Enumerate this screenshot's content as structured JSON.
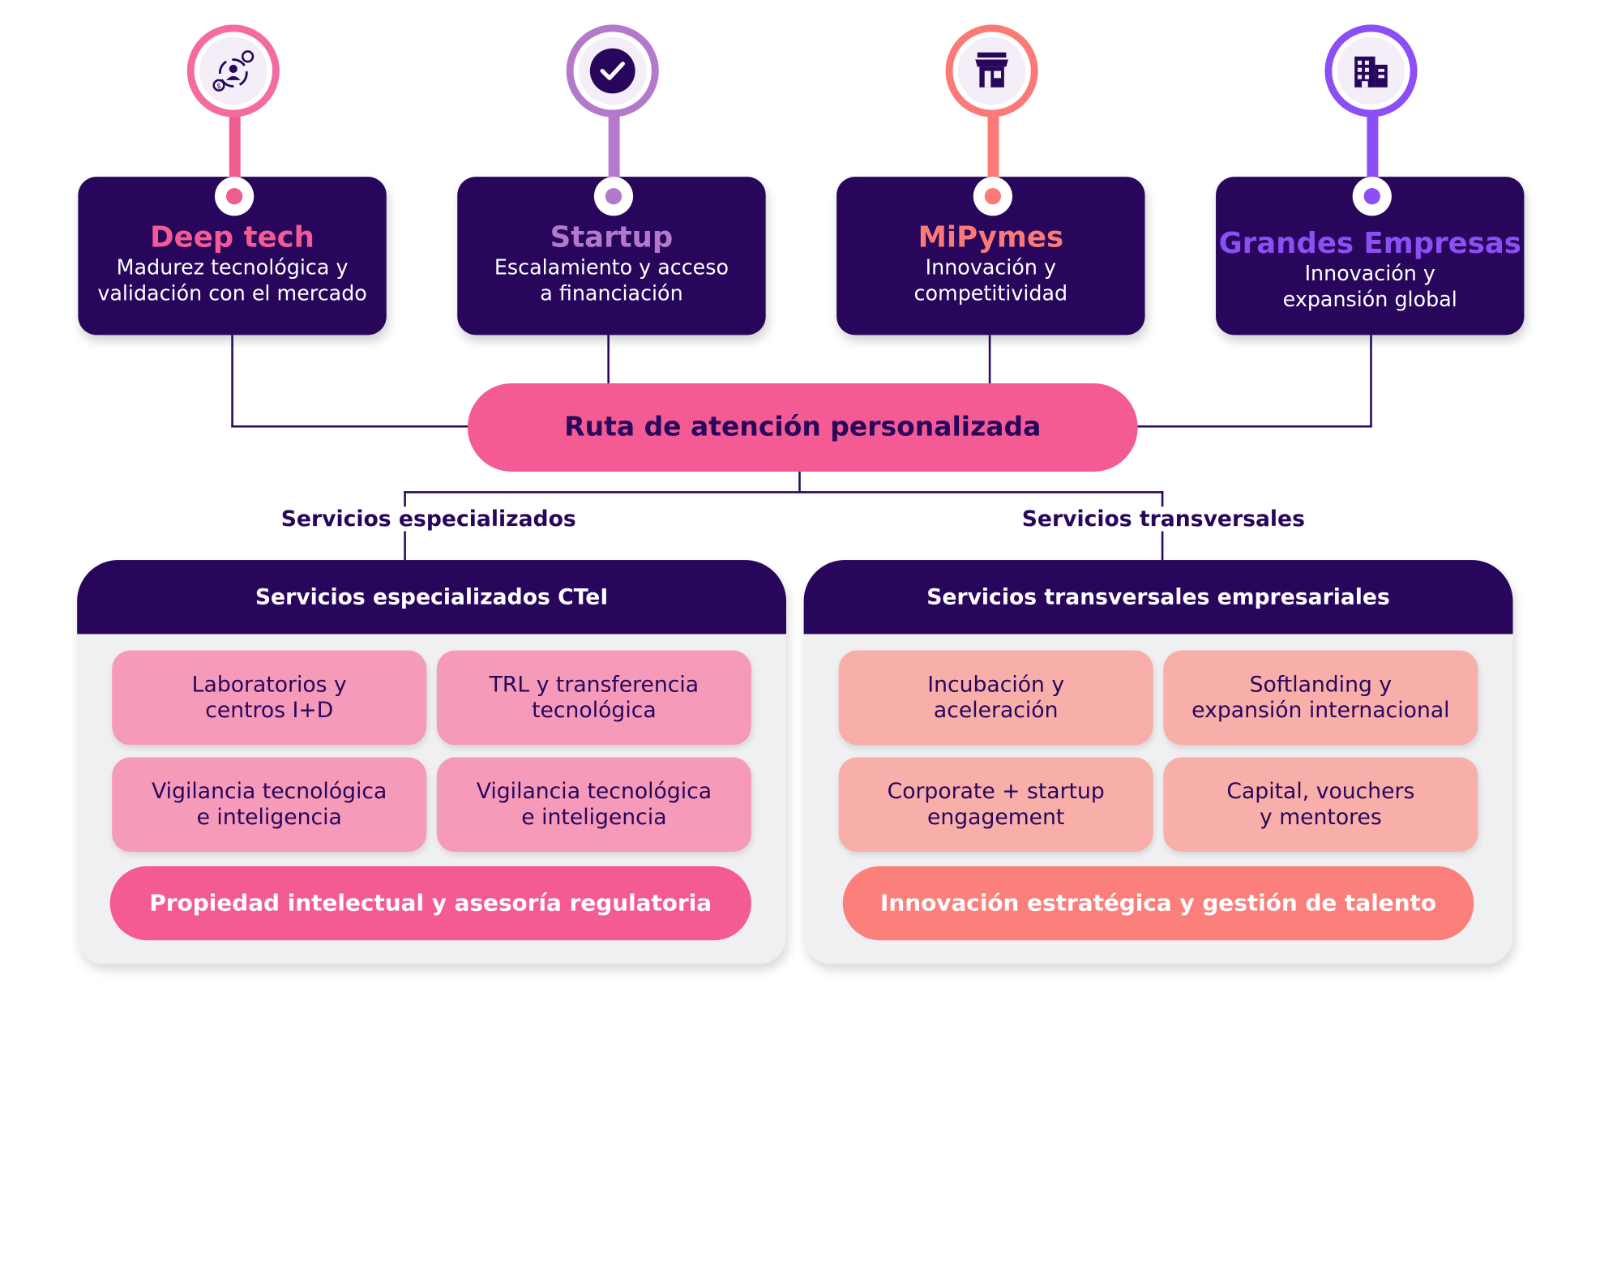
{
  "segments": [
    {
      "title": "Deep tech",
      "desc1": "Madurez tecnológica y",
      "desc2": "validación con el mercado",
      "icon": "innovation-cycle-icon",
      "color": "#f45b95",
      "stem": "#ef5c8f"
    },
    {
      "title": "Startup",
      "desc1": "Escalamiento y acceso",
      "desc2": "a financiación",
      "icon": "checkmark-icon",
      "color": "#b37acb",
      "stem": "#b37acb"
    },
    {
      "title": "MiPymes",
      "desc1": "Innovación y",
      "desc2": "competitividad",
      "icon": "storefront-icon",
      "color": "#fb7a77",
      "stem": "#fb7a77"
    },
    {
      "title": "Grandes Empresas",
      "desc1": "Innovación y",
      "desc2": "expansión global",
      "icon": "office-buildings-icon",
      "color": "#8c4ef5",
      "stem": "#8c4ef5"
    }
  ],
  "hub": {
    "label": "Ruta de atención personalizada"
  },
  "branches": {
    "left": "Servicios especializados",
    "right": "Servicios transversales"
  },
  "panels": {
    "left": {
      "title": "Servicios especializados CTeI",
      "tiles": [
        {
          "line1": "Laboratorios y",
          "line2": "centros I+D"
        },
        {
          "line1": "TRL y transferencia",
          "line2": "tecnológica"
        },
        {
          "line1": "Vigilancia tecnológica",
          "line2": "e inteligencia"
        },
        {
          "line1": "Vigilancia tecnológica",
          "line2": "e inteligencia"
        }
      ],
      "pill": "Propiedad intelectual y asesoría regulatoria",
      "tile_color": "#f59ab9",
      "pill_color": "#f45b95"
    },
    "right": {
      "title": "Servicios transversales empresariales",
      "tiles": [
        {
          "line1": "Incubación y",
          "line2": "aceleración"
        },
        {
          "line1": "Softlanding y",
          "line2": "expansión internacional"
        },
        {
          "line1": "Corporate + startup",
          "line2": "engagement"
        },
        {
          "line1": "Capital, vouchers",
          "line2": "y mentores"
        }
      ],
      "pill": "Innovación estratégica y gestión de talento",
      "tile_color": "#f8aea9",
      "pill_color": "#fb7f7b"
    }
  },
  "colors": {
    "navy": "#27065c",
    "panel_bg": "#f0eff1"
  }
}
